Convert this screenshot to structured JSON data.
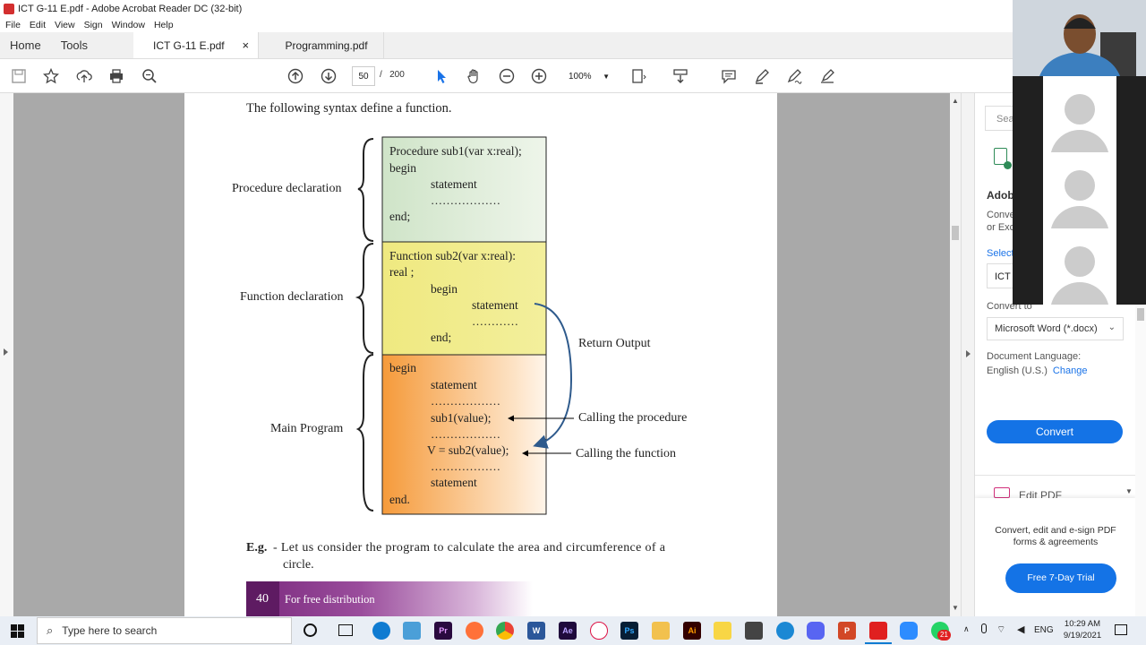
{
  "window": {
    "title": "ICT G-11 E.pdf - Adobe Acrobat Reader DC (32-bit)"
  },
  "menu": [
    "File",
    "Edit",
    "View",
    "Sign",
    "Window",
    "Help"
  ],
  "tabs": {
    "home": "Home",
    "tools": "Tools",
    "doc1": "ICT G-11 E.pdf",
    "doc2": "Programming.pdf",
    "close": "×"
  },
  "toolbar": {
    "page_current": "50",
    "page_sep": "/",
    "page_total": "200",
    "zoom": "100%"
  },
  "page": {
    "intro": "The following syntax define a function.",
    "labels": {
      "proc": "Procedure declaration",
      "func": "Function declaration",
      "main": "Main Program"
    },
    "proc_box": [
      "Procedure sub1(var x:real);",
      "begin",
      "statement",
      "………………",
      "end;"
    ],
    "func_box": [
      "Function sub2(var x:real):",
      "real ;",
      "begin",
      "statement",
      "…………",
      "end;"
    ],
    "main_box": [
      "begin",
      "statement",
      "………………",
      "sub1(value);",
      "………………",
      "V = sub2(value);",
      "………………",
      "statement",
      "end."
    ],
    "annotations": {
      "return": "Return Output",
      "call_proc": "Calling the procedure",
      "call_func": "Calling the function"
    },
    "example_label": "E.g.",
    "example_text": "- Let us consider the program to calculate the area and circumference of a",
    "example_text2": "circle.",
    "footer_num": "40",
    "footer_text": "For free distribution",
    "colors": {
      "green": "#dcebd5",
      "yellow": "#f0ec8a",
      "orange": "#f7a349",
      "purple": "#7b2a7e"
    }
  },
  "right_panel": {
    "search": "Sea",
    "heading": "Adobe",
    "desc1": "Conve",
    "desc2": "or Exc",
    "select": "Select",
    "file": "ICT",
    "convert_to": "Convert to",
    "format": "Microsoft Word (*.docx)",
    "lang_label": "Document Language:",
    "lang": "English (U.S.)",
    "change": "Change",
    "convert_btn": "Convert",
    "edit_pdf": "Edit PDF",
    "promo": "Convert, edit and e-sign PDF forms & agreements",
    "trial_btn": "Free 7-Day Trial"
  },
  "taskbar": {
    "search_placeholder": "Type here to search",
    "lang": "ENG",
    "time": "10:29 AM",
    "date": "9/19/2021",
    "badge": "21",
    "icons": [
      "ps-icon",
      "pr-icon",
      "ae-icon",
      "ai-icon",
      "word-icon",
      "ppt-icon",
      "acrobat-icon"
    ]
  }
}
